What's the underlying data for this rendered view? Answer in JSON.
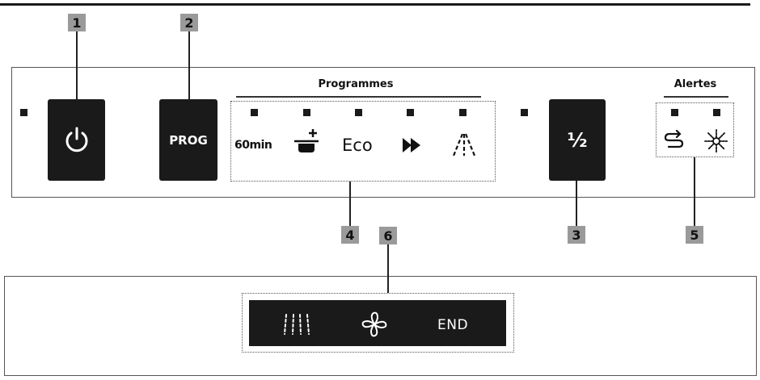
{
  "callouts": [
    "1",
    "2",
    "3",
    "4",
    "5",
    "6"
  ],
  "buttons": {
    "power_icon": "power-icon",
    "prog_label": "PROG",
    "half_label": "½"
  },
  "programmes": {
    "title": "Programmes",
    "items": [
      "60min",
      "intensive-icon",
      "Eco",
      "fast-forward-icon",
      "rinse-spray-icon"
    ]
  },
  "alerts": {
    "title": "Alertes",
    "items": [
      "rinse-aid-icon",
      "salt-icon"
    ]
  },
  "status_display": {
    "items": [
      "washing-icon",
      "fan-drying-icon"
    ],
    "end_label": "END"
  },
  "colors": {
    "button_bg": "#1a1a1a",
    "callout_bg": "#9a9a9a",
    "line": "#222222"
  }
}
